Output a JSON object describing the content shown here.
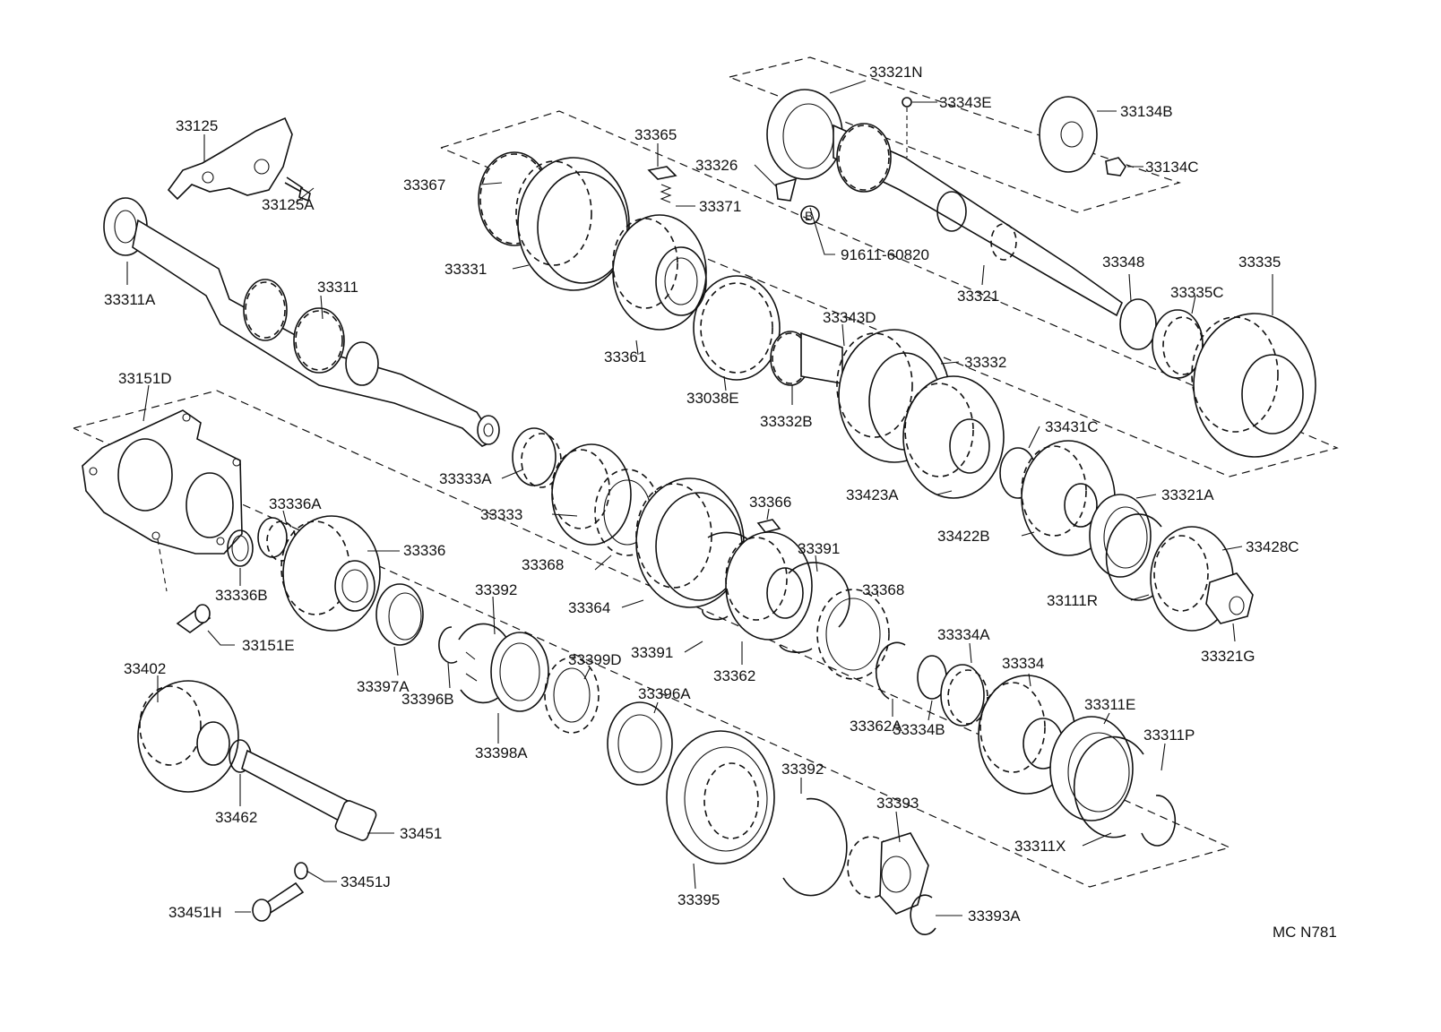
{
  "diagram_code": "MC N781",
  "ref_marker": "B",
  "labels": {
    "l33125": "33125",
    "l33125A": "33125A",
    "l33311A": "33311A",
    "l33311": "33311",
    "l33151D": "33151D",
    "l33336A": "33336A",
    "l33336": "33336",
    "l33336B": "33336B",
    "l33151E": "33151E",
    "l33402": "33402",
    "l33462": "33462",
    "l33451": "33451",
    "l33451J": "33451J",
    "l33451H": "33451H",
    "l33397A": "33397A",
    "l33396B": "33396B",
    "l33392a": "33392",
    "l33398A": "33398A",
    "l33399D": "33399D",
    "l33396A": "33396A",
    "l33395": "33395",
    "l33392b": "33392",
    "l33393": "33393",
    "l33393A": "33393A",
    "l33367": "33367",
    "l33365": "33365",
    "l33326": "33326",
    "l33371": "33371",
    "l91611": "91611-60820",
    "l33331": "33331",
    "l33361": "33361",
    "l33038E": "33038E",
    "l33343D": "33343D",
    "l33332": "33332",
    "l33332B": "33332B",
    "l33333A": "33333A",
    "l33333": "33333",
    "l33368a": "33368",
    "l33364": "33364",
    "l33366": "33366",
    "l33391a": "33391",
    "l33391b": "33391",
    "l33362": "33362",
    "l33368b": "33368",
    "l33362A": "33362A",
    "l33321N": "33321N",
    "l33343E": "33343E",
    "l33134B": "33134B",
    "l33134C": "33134C",
    "l33321": "33321",
    "l33348": "33348",
    "l33335": "33335",
    "l33335C": "33335C",
    "l33431C": "33431C",
    "l33423A": "33423A",
    "l33321A": "33321A",
    "l33422B": "33422B",
    "l33428C": "33428C",
    "l33111R": "33111R",
    "l33321G": "33321G",
    "l33334A": "33334A",
    "l33334": "33334",
    "l33334B": "33334B",
    "l33311E": "33311E",
    "l33311P": "33311P",
    "l33311X": "33311X"
  }
}
